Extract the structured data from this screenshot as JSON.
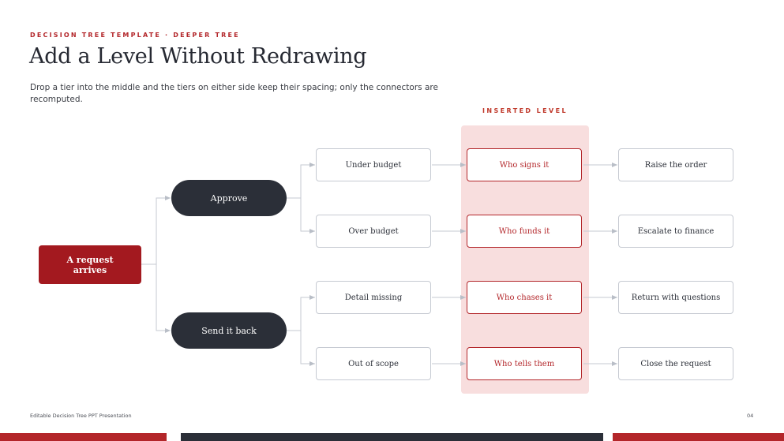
{
  "header": {
    "eyebrow": "DECISION TREE TEMPLATE · DEEPER TREE",
    "title": "Add a Level Without Redrawing",
    "subtitle": "Drop a tier into the middle and the tiers on either side keep their spacing; only the connectors are recomputed."
  },
  "inserted_label": "INSERTED LEVEL",
  "tree": {
    "root": "A request arrives",
    "branches": {
      "approve": "Approve",
      "send_back": "Send it back"
    },
    "conditions": [
      "Under budget",
      "Over budget",
      "Detail missing",
      "Out of scope"
    ],
    "inserted": [
      "Who signs it",
      "Who funds it",
      "Who chases it",
      "Who tells them"
    ],
    "outcomes": [
      "Raise the order",
      "Escalate to finance",
      "Return with questions",
      "Close the request"
    ]
  },
  "footer": {
    "text": "Editable Decision Tree PPT Presentation",
    "page": "04"
  },
  "colors": {
    "accent_red": "#a3191f",
    "dark": "#2b2f38",
    "band": "#f8dede",
    "connector": "#c6cad2"
  }
}
